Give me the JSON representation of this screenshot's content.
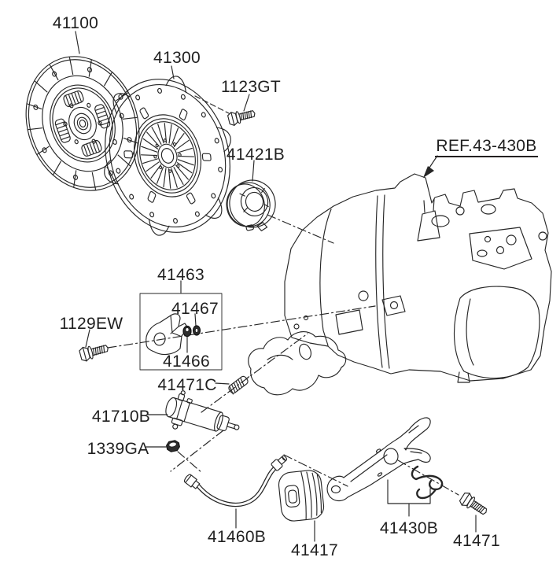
{
  "figure": {
    "type": "exploded-parts-diagram",
    "subject": "clutch and release fork",
    "colors": {
      "background": "#ffffff",
      "line": "#262626",
      "text": "#1f1f1f"
    }
  },
  "parts": [
    {
      "code": "41100",
      "part": "clutch-disc"
    },
    {
      "code": "41300",
      "part": "clutch-cover"
    },
    {
      "code": "1123GT",
      "part": "bolt"
    },
    {
      "code": "41421B",
      "part": "release-bearing"
    },
    {
      "code": "REF.43-430B",
      "part": "transaxle-reference"
    },
    {
      "code": "41463",
      "part": "bracket-assembly"
    },
    {
      "code": "41467",
      "part": "washer"
    },
    {
      "code": "41466",
      "part": "nut"
    },
    {
      "code": "1129EW",
      "part": "bolt"
    },
    {
      "code": "41471C",
      "part": "spring"
    },
    {
      "code": "41710B",
      "part": "release-cylinder"
    },
    {
      "code": "1339GA",
      "part": "nut"
    },
    {
      "code": "41460B",
      "part": "clutch-tube"
    },
    {
      "code": "41417",
      "part": "boot"
    },
    {
      "code": "41430B",
      "part": "release-fork"
    },
    {
      "code": "41471",
      "part": "bolt"
    }
  ]
}
